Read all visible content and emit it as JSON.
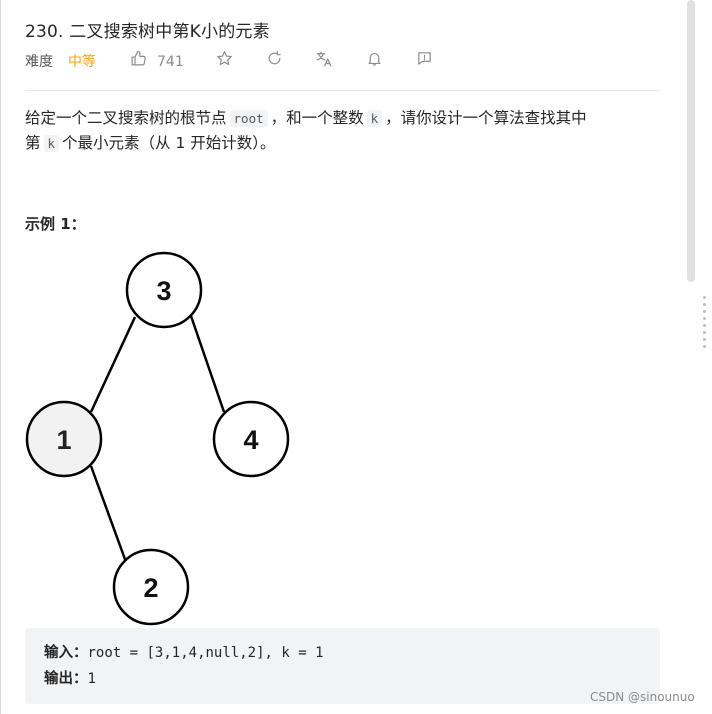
{
  "problem": {
    "title": "230. 二叉搜索树中第K小的元素",
    "difficulty_label": "难度",
    "difficulty_value": "中等",
    "likes": "741",
    "difficulty_color": "#ffa116"
  },
  "toolbar_icons": [
    "thumbs-up-icon",
    "star-icon",
    "refresh-icon",
    "translate-icon",
    "bell-icon",
    "feedback-icon"
  ],
  "description": {
    "line1_a": "给定一个二叉搜索树的根节点",
    "code_root": "root",
    "line1_b": "，和一个整数",
    "code_k": "k",
    "line1_c": "，请你设计一个算法查找其中",
    "line2_a": "第",
    "code_k2": "k",
    "line2_b": "个最小元素（从 1 开始计数）。"
  },
  "example": {
    "title": "示例 1：",
    "tree_nodes": [
      {
        "label": "3",
        "highlighted": false
      },
      {
        "label": "1",
        "highlighted": true
      },
      {
        "label": "4",
        "highlighted": false
      },
      {
        "label": "2",
        "highlighted": false
      }
    ],
    "input_label": "输入：",
    "input_value": "root = [3,1,4,null,2], k = 1",
    "output_label": "输出：",
    "output_value": "1"
  },
  "watermark": "CSDN @sinounuo"
}
